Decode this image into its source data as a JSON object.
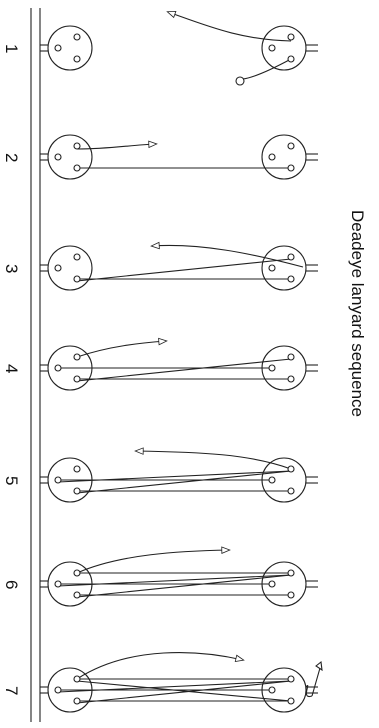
{
  "title": "Deadeye lanyard sequence",
  "steps": [
    "1",
    "2",
    "3",
    "4",
    "5",
    "6",
    "7"
  ]
}
